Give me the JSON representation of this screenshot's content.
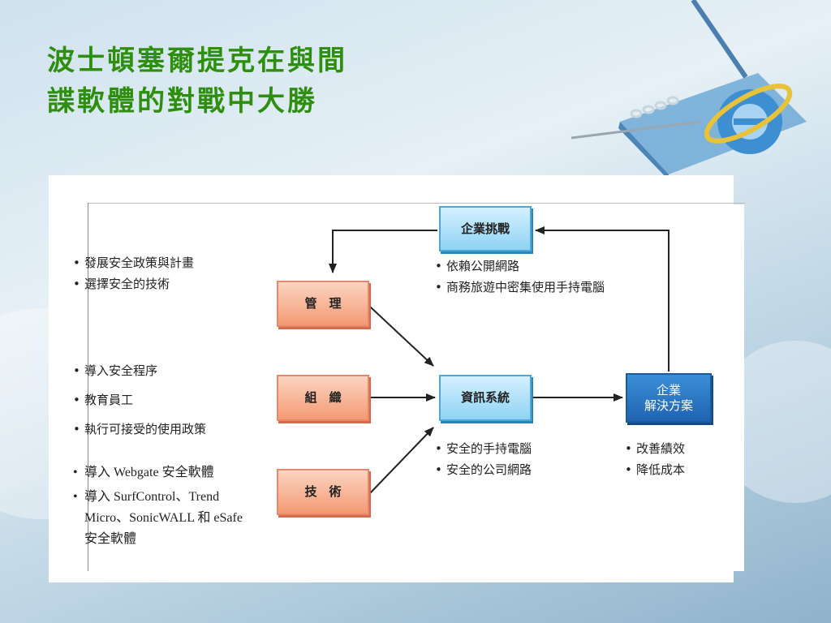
{
  "title": {
    "line1": "波士頓塞爾提克在與間",
    "line2": "諜軟體的對戰中大勝"
  },
  "boxes": {
    "challenge": "企業挑戰",
    "management": "管　理",
    "organization": "組　織",
    "technology": "技　術",
    "info_system": "資訊系統",
    "solution_line1": "企業",
    "solution_line2": "解決方案"
  },
  "lists": {
    "management": [
      "發展安全政策與計畫",
      "選擇安全的技術"
    ],
    "organization": [
      "導入安全程序",
      "教育員工",
      "執行可接受的使用政策"
    ],
    "technology": [
      "導入 Webgate 安全軟體",
      "導入 SurfControl、Trend Micro、SonicWALL 和 eSafe 安全軟體"
    ],
    "challenge": [
      "依賴公開網路",
      "商務旅遊中密集使用手持電腦"
    ],
    "info_system": [
      "安全的手持電腦",
      "安全的公司網路"
    ],
    "solution": [
      "改善績效",
      "降低成本"
    ]
  },
  "colors": {
    "title": "#2e8f0e",
    "orange_box": "#f49a74",
    "light_blue_box": "#8fd3f4",
    "dark_blue_box": "#1f63b2"
  }
}
